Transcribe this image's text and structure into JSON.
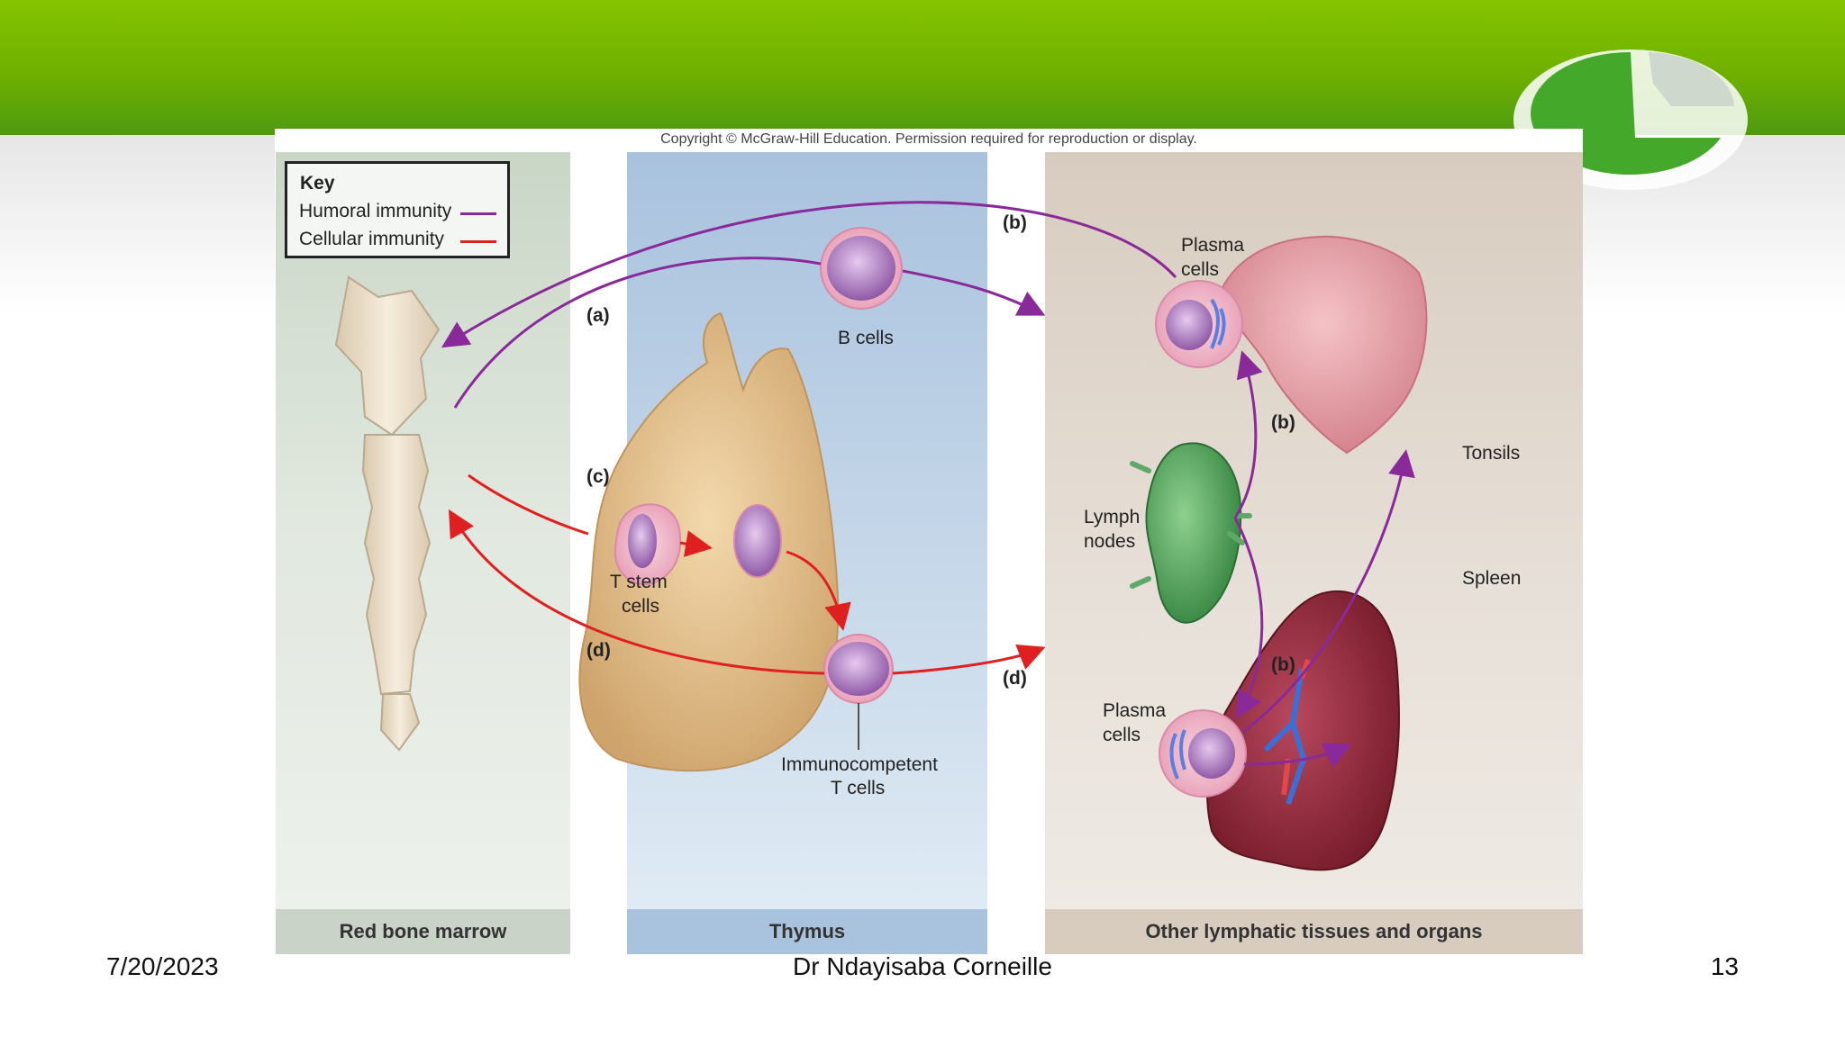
{
  "copyright": "Copyright © McGraw-Hill Education. Permission required for reproduction or display.",
  "key": {
    "title": "Key",
    "humoral": "Humoral immunity",
    "cellular": "Cellular immunity"
  },
  "colors": {
    "humoral": "#8a2a9a",
    "cellular": "#e02020",
    "header_green": "#7cbd00"
  },
  "panels": {
    "marrow": "Red bone marrow",
    "thymus": "Thymus",
    "other": "Other lymphatic tissues and organs"
  },
  "labels": {
    "b_cells": "B cells",
    "t_stem_1": "T stem",
    "t_stem_2": "cells",
    "immuno_1": "Immunocompetent",
    "immuno_2": "T cells",
    "plasma_top_1": "Plasma",
    "plasma_top_2": "cells",
    "plasma_bot_1": "Plasma",
    "plasma_bot_2": "cells",
    "lymph_1": "Lymph",
    "lymph_2": "nodes",
    "tonsils": "Tonsils",
    "spleen": "Spleen"
  },
  "pathways": {
    "a": "(a)",
    "b": "(b)",
    "c": "(c)",
    "d": "(d)"
  },
  "footer": {
    "date": "7/20/2023",
    "author": "Dr Ndayisaba Corneille",
    "page": "13"
  }
}
